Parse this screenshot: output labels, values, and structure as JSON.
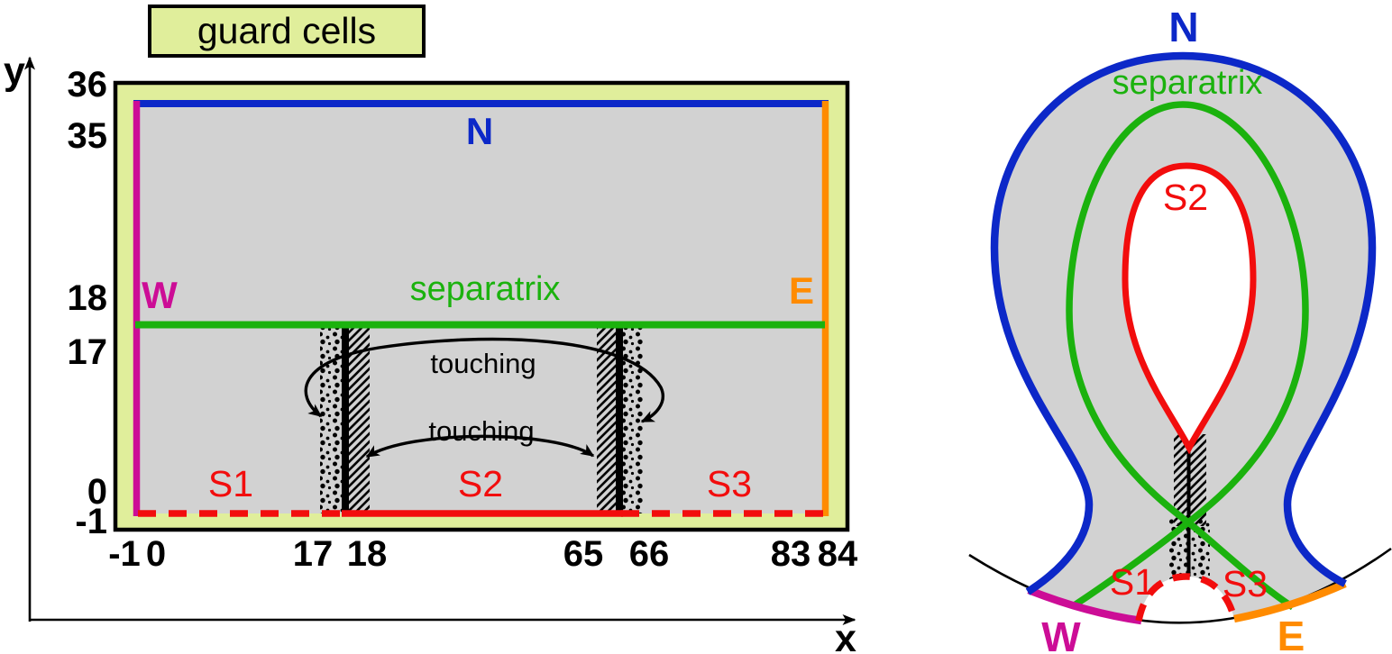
{
  "figure": {
    "legend_box": "guard cells",
    "description": "grid topology diagram with guard cells (logical grid left, physical divertor geometry right)"
  },
  "colors": {
    "north_blue": "#0c28c8",
    "separatrix_green": "#1bb20e",
    "segment_red": "#f20d0d",
    "west_magenta": "#cc0d96",
    "east_orange": "#ff8b00",
    "guard_fill": "#e0ee9b",
    "domain_gray": "#d2d2d2",
    "line_black": "#000000"
  },
  "left_panel": {
    "axis": {
      "x_label": "x",
      "y_label": "y"
    },
    "y_ticks": [
      "36",
      "35",
      "18",
      "17",
      "0",
      "-1"
    ],
    "x_ticks": [
      "-1",
      "0",
      "17",
      "18",
      "65",
      "66",
      "83",
      "84"
    ],
    "boundaries": {
      "north": "N",
      "west": "W",
      "east": "E",
      "separatrix": "separatrix"
    },
    "segments": {
      "s1": "S1",
      "s2": "S2",
      "s3": "S3"
    },
    "annotations": {
      "touching_upper": "touching",
      "touching_lower": "touching"
    }
  },
  "right_panel": {
    "boundaries": {
      "north": "N",
      "west": "W",
      "east": "E",
      "separatrix": "separatrix"
    },
    "segments": {
      "s1": "S1",
      "s2": "S2",
      "s3": "S3"
    }
  }
}
